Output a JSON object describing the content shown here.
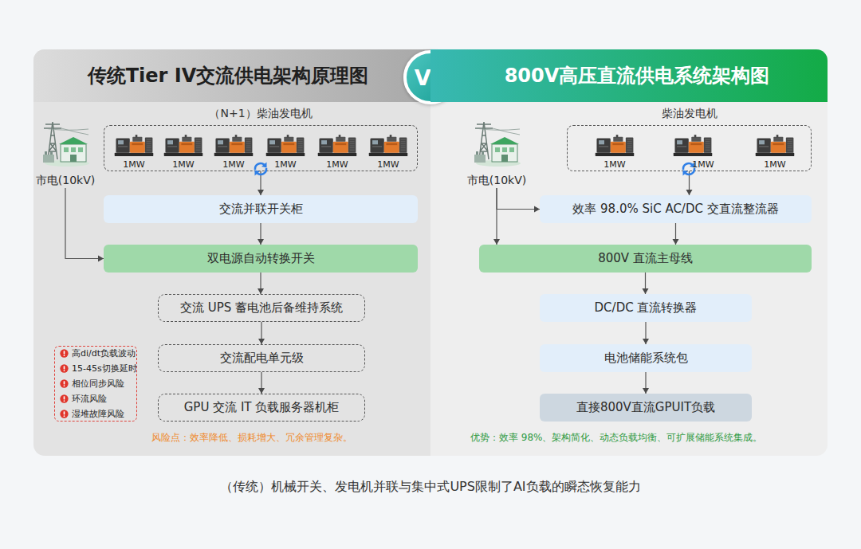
{
  "diagram": {
    "caption": "（传统）机械开关、发电机并联与集中式UPS限制了AI负载的瞬态恢复能力",
    "nodes": [
      {
        "text": [
          "传统Tier IV交流供电架构原理图"
        ]
      },
      {
        "text": [
          "VS"
        ]
      },
      {
        "text": [
          "800V高压直流供电系统架构图"
        ]
      },
      {
        "text": [
          "市电(10kV)"
        ]
      },
      {
        "text": [
          "（N+1）柴油发电机"
        ]
      },
      {
        "text": [
          "交流并联开关柜"
        ]
      },
      {
        "text": [
          "双电源自动转换开关"
        ]
      },
      {
        "text": [
          "交流 UPS 蓄电池后备维持系统"
        ]
      },
      {
        "text": [
          "交流配电单元级"
        ]
      },
      {
        "text": [
          "GPU 交流 IT 负载服务器机柜"
        ]
      },
      {
        "text": [
          "高di/dt负载波动",
          "15-45s切换延时",
          "相位同步风险",
          "环流风险",
          "湿堆故障风险"
        ]
      },
      {
        "text": [
          "市电(10kV)"
        ]
      },
      {
        "text": [
          "柴油发电机"
        ]
      },
      {
        "text": [
          "效率 98.0% SiC AC/DC 交直流整流器"
        ]
      },
      {
        "text": [
          "800V 直流主母线"
        ]
      },
      {
        "text": [
          "DC/DC 直流转换器"
        ]
      },
      {
        "text": [
          "电池储能系统包"
        ]
      },
      {
        "text": [
          "直接800V直流GPUIT负载"
        ]
      }
    ],
    "edges": [
      {
        "from": 4,
        "to": 5,
        "arrow": "to"
      },
      {
        "from": 5,
        "to": 6,
        "arrow": "to"
      },
      {
        "from": 3,
        "to": 6,
        "arrow": "to"
      },
      {
        "from": 6,
        "to": 7,
        "arrow": "to"
      },
      {
        "from": 7,
        "to": 8,
        "arrow": "to"
      },
      {
        "from": 8,
        "to": 9,
        "arrow": "to"
      },
      {
        "from": 12,
        "to": 13,
        "arrow": "to"
      },
      {
        "from": 11,
        "to": 13,
        "arrow": "to"
      },
      {
        "from": 11,
        "to": 14,
        "arrow": "to"
      },
      {
        "from": 13,
        "to": 14,
        "arrow": "to"
      },
      {
        "from": 14,
        "to": 15,
        "arrow": "to"
      },
      {
        "from": 15,
        "to": 16,
        "arrow": "to"
      },
      {
        "from": 16,
        "to": 17,
        "arrow": "to"
      }
    ],
    "labels": [
      "1MW",
      "1MW",
      "1MW",
      "1MW",
      "1MW",
      "1MW",
      "1MW",
      "1MW",
      "1MW",
      "风险点：效率降低、损耗增大、冗余管理复杂。",
      "优势：效率 98%、架构简化、动态负载均衡、可扩展储能系统集成。"
    ]
  }
}
